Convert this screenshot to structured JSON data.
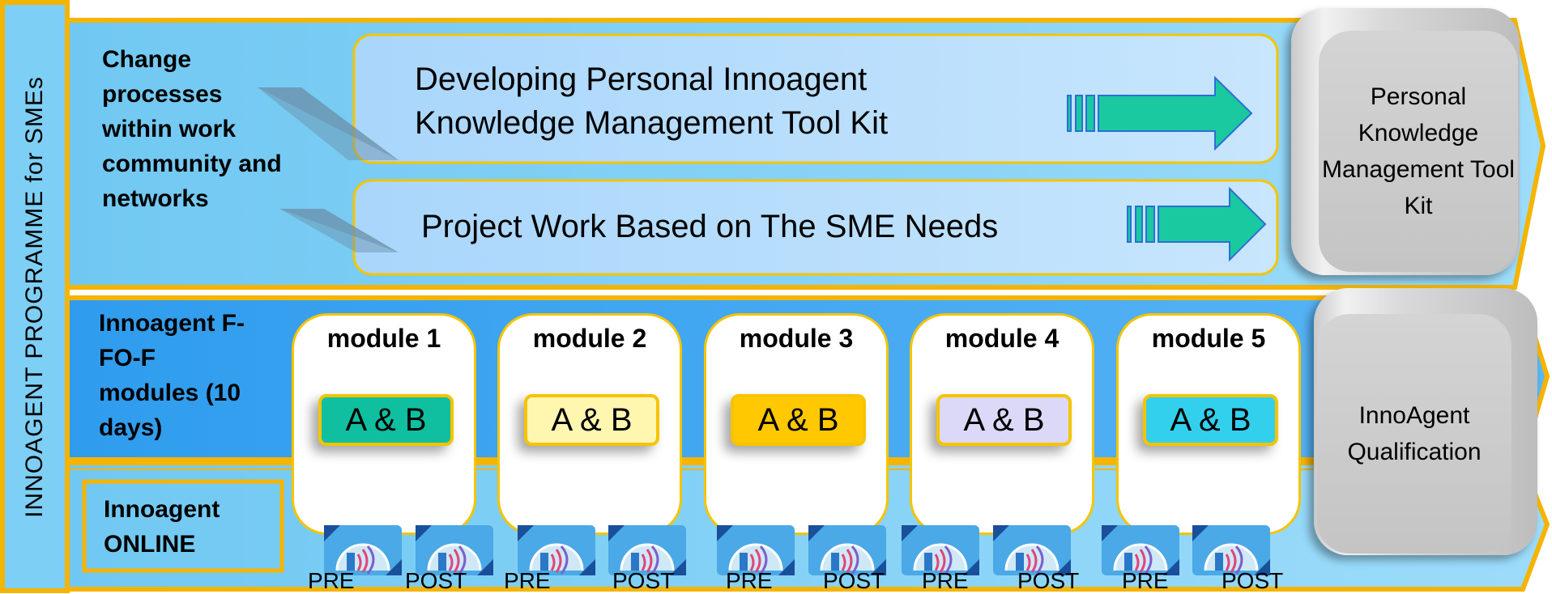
{
  "vertical_title": "INNOAGENT PROGRAMME for SMEs",
  "rows": {
    "change": "Change processes within work community and networks",
    "ff": "Innoagent F-FO-F modules (10 days)",
    "online": "Innoagent ONLINE"
  },
  "bars": {
    "top": "Developing Personal Innoagent Knowledge Management Tool Kit",
    "bottom": "Project Work Based on The SME Needs"
  },
  "outcomes": {
    "toolkit": "Personal Knowledge Management Tool Kit",
    "qualification": "InnoAgent Qualification"
  },
  "modules": [
    {
      "title": "module 1",
      "badge": "A & B",
      "color": "#0fbfa0"
    },
    {
      "title": "module 2",
      "badge": "A & B",
      "color": "#fff6b0"
    },
    {
      "title": "module 3",
      "badge": "A & B",
      "color": "#ffc800"
    },
    {
      "title": "module 4",
      "badge": "A & B",
      "color": "#dcd8f8"
    },
    {
      "title": "module 5",
      "badge": "A & B",
      "color": "#33d0ee"
    }
  ],
  "pre_label": "PRE",
  "post_label": "POST",
  "colors": {
    "light_blue": "#7ecff5",
    "mid_blue": "#3aa4f0",
    "gold": "#f5b400",
    "bar_fill": "#aed9fb",
    "arrow_green": "#1ac9a0"
  }
}
